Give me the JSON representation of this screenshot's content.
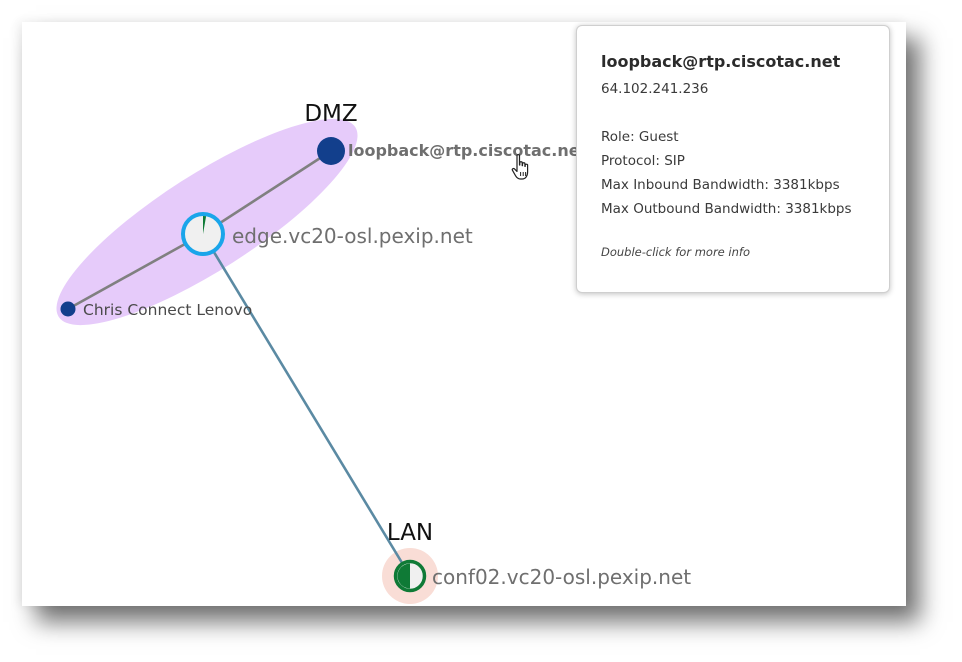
{
  "colors": {
    "dmz_zone_fill": "#e6cbfa",
    "lan_zone_fill": "#f9ddd6",
    "edge_link": "#808080",
    "core_link": "#5b8aa3",
    "participant_node": "#123f8c",
    "edge_node_ring": "#1aa5ea",
    "conf_node_ring": "#0f7a36",
    "node_fill": "#f0f0f0",
    "pie_fill": "#0f7a36"
  },
  "zones": {
    "dmz": {
      "label": "DMZ"
    },
    "lan": {
      "label": "LAN"
    }
  },
  "nodes": {
    "loopback": {
      "label": "loopback@rtp.ciscotac.net"
    },
    "edge": {
      "label": "edge.vc20-osl.pexip.net"
    },
    "chris": {
      "label": "Chris Connect Lenovo"
    },
    "conf": {
      "label": "conf02.vc20-osl.pexip.net"
    }
  },
  "tooltip": {
    "title": "loopback@rtp.ciscotac.net",
    "address": "64.102.241.236",
    "role": "Role: Guest",
    "protocol": "Protocol: SIP",
    "max_inbound": "Max Inbound Bandwidth: 3381kbps",
    "max_outbound": "Max Outbound Bandwidth: 3381kbps",
    "hint": "Double-click for more info"
  },
  "icons": {
    "cursor": "hand-pointer-icon"
  }
}
